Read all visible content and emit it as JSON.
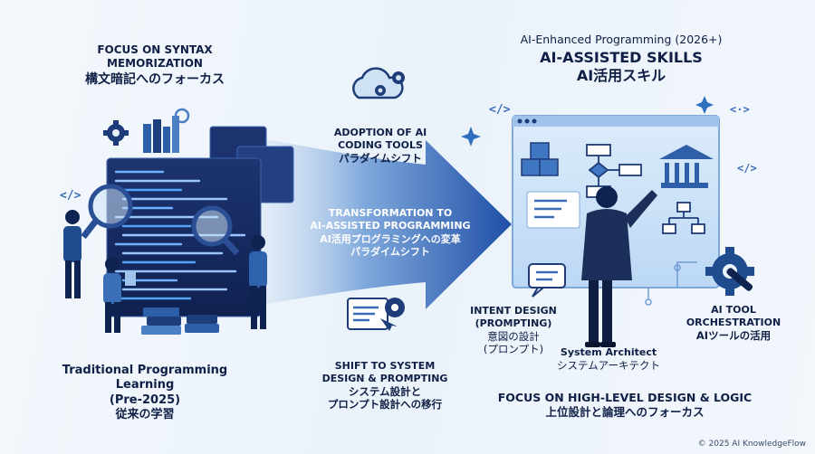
{
  "left": {
    "focus_en_1": "FOCUS ON SYNTAX",
    "focus_en_2": "MEMORIZATION",
    "focus_jp": "構文暗記へのフォーカス",
    "bottom_en": "Traditional Programming Learning",
    "bottom_years": "(Pre-2025)",
    "bottom_jp": "従来の学習"
  },
  "middle": {
    "adopt_en_1": "ADOPTION OF AI",
    "adopt_en_2": "CODING TOOLS",
    "adopt_jp": "パラダイムシフト",
    "arrow_1": "TRANSFORMATION TO",
    "arrow_2": "AI-ASSISTED PROGRAMMING",
    "arrow_3": "AI活用プログラミングへの変革",
    "arrow_4": "パラダイムシフト",
    "shift_en_1": "SHIFT TO SYSTEM",
    "shift_en_2": "DESIGN & PROMPTING",
    "shift_jp_1": "システム設計と",
    "shift_jp_2": "プロンプト設計への移行"
  },
  "right": {
    "title_1": "AI-Enhanced Programming (2026+)",
    "title_2": "AI-ASSISTED SKILLS",
    "title_3": "AI活用スキル",
    "intent_1": "INTENT DESIGN",
    "intent_2": "(PROMPTING)",
    "intent_3": "意図の設計",
    "intent_4": "(プロンプト)",
    "architect_1": "System Architect",
    "architect_2": "システムアーキテクト",
    "tool_1": "AI TOOL",
    "tool_2": "ORCHESTRATION",
    "tool_3": "AIツールの活用",
    "focus_1": "FOCUS ON HIGH-LEVEL DESIGN & LOGIC",
    "focus_2": "上位設計と論理へのフォーカス"
  },
  "copyright": "© 2025 AI KnowledgeFlow",
  "colors": {
    "navy": "#0f1f45",
    "blue": "#2f6fc0",
    "light_blue": "#9fc3ea"
  }
}
